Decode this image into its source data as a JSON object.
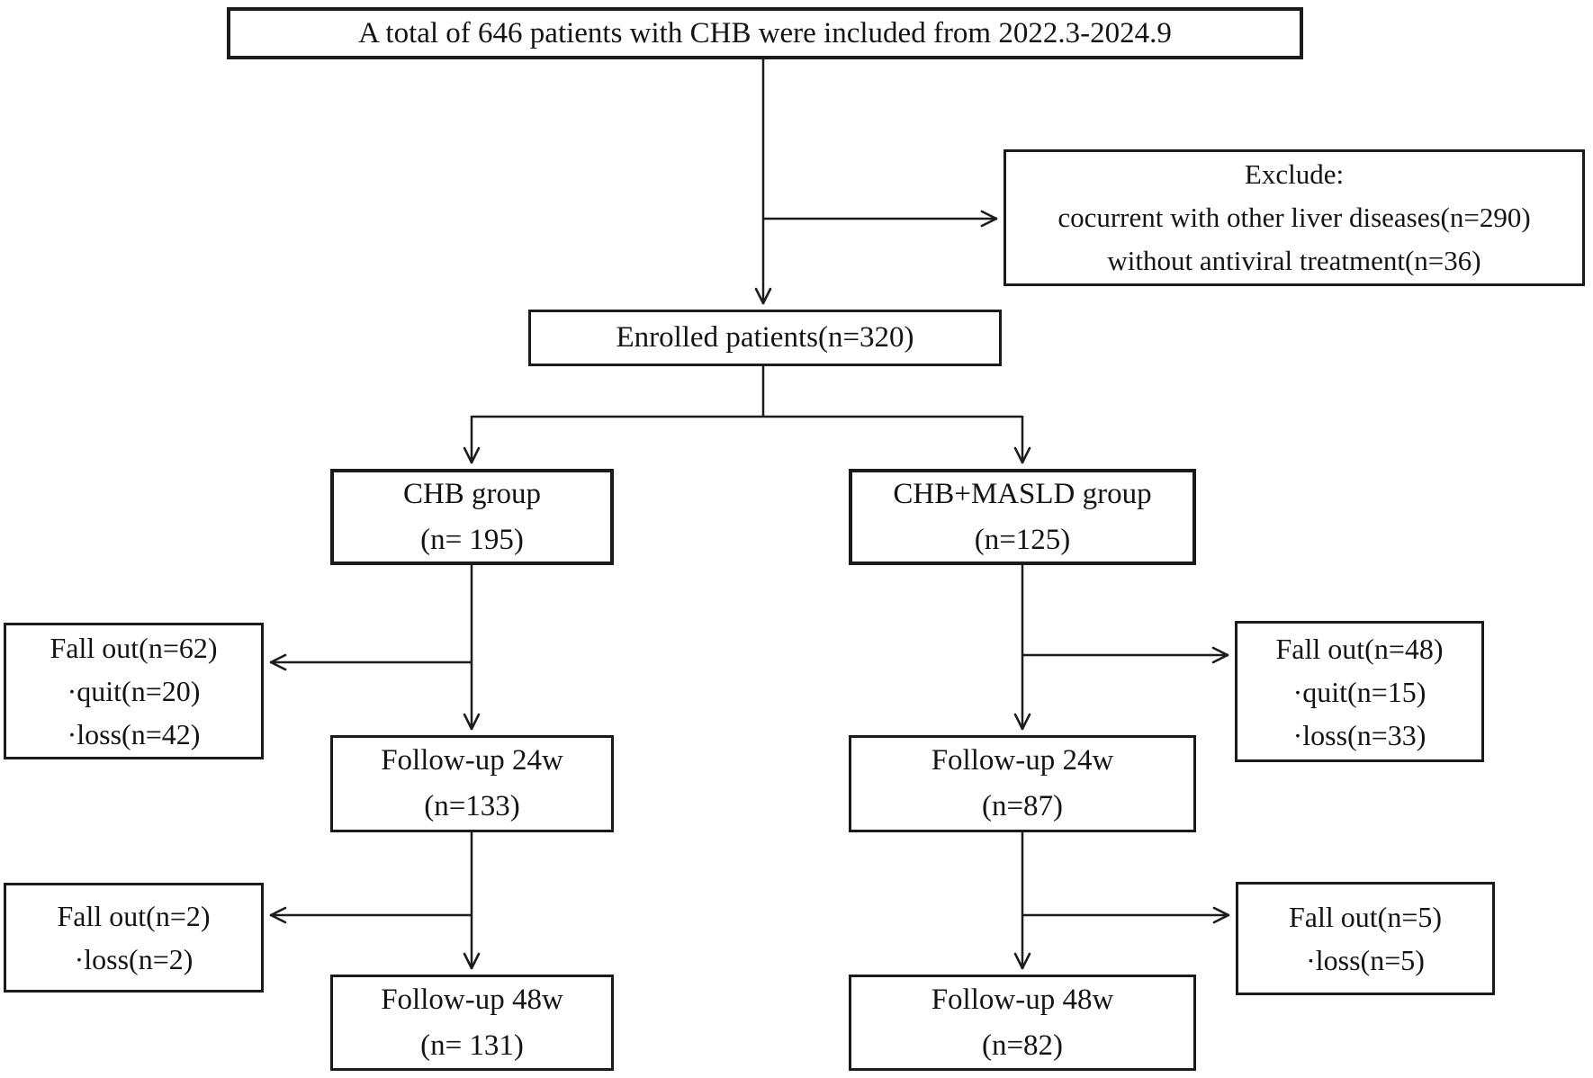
{
  "figure_type": "patient-flow-diagram",
  "colors": {
    "background": "#ffffff",
    "box_border": "#1b1b1b",
    "line": "#1c1c1c",
    "text": "#141414"
  },
  "boxes": {
    "total": {
      "lines": [
        "A total of 646 patients with CHB were included from 2022.3-2024.9"
      ]
    },
    "exclude": {
      "lines": [
        "Exclude:",
        "cocurrent with other liver diseases(n=290)",
        "without antiviral treatment(n=36)"
      ]
    },
    "enrolled": {
      "lines": [
        "Enrolled patients(n=320)"
      ]
    },
    "chb_group": {
      "lines": [
        "CHB group",
        "(n= 195)"
      ]
    },
    "chb_masld_group": {
      "lines": [
        "CHB+MASLD group",
        "(n=125)"
      ]
    },
    "fallout_chb_24w": {
      "lines": [
        "Fall out(n=62)",
        "·quit(n=20)",
        "·loss(n=42)"
      ]
    },
    "fallout_masld_24w": {
      "lines": [
        "Fall out(n=48)",
        "·quit(n=15)",
        "·loss(n=33)"
      ]
    },
    "followup24_chb": {
      "lines": [
        "Follow-up 24w",
        "(n=133)"
      ]
    },
    "followup24_masld": {
      "lines": [
        "Follow-up 24w",
        "(n=87)"
      ]
    },
    "fallout_chb_48w": {
      "lines": [
        "Fall out(n=2)",
        "·loss(n=2)"
      ]
    },
    "fallout_masld_48w": {
      "lines": [
        "Fall out(n=5)",
        "·loss(n=5)"
      ]
    },
    "followup48_chb": {
      "lines": [
        "Follow-up 48w",
        "(n= 131)"
      ]
    },
    "followup48_masld": {
      "lines": [
        "Follow-up 48w",
        "(n=82)"
      ]
    }
  }
}
